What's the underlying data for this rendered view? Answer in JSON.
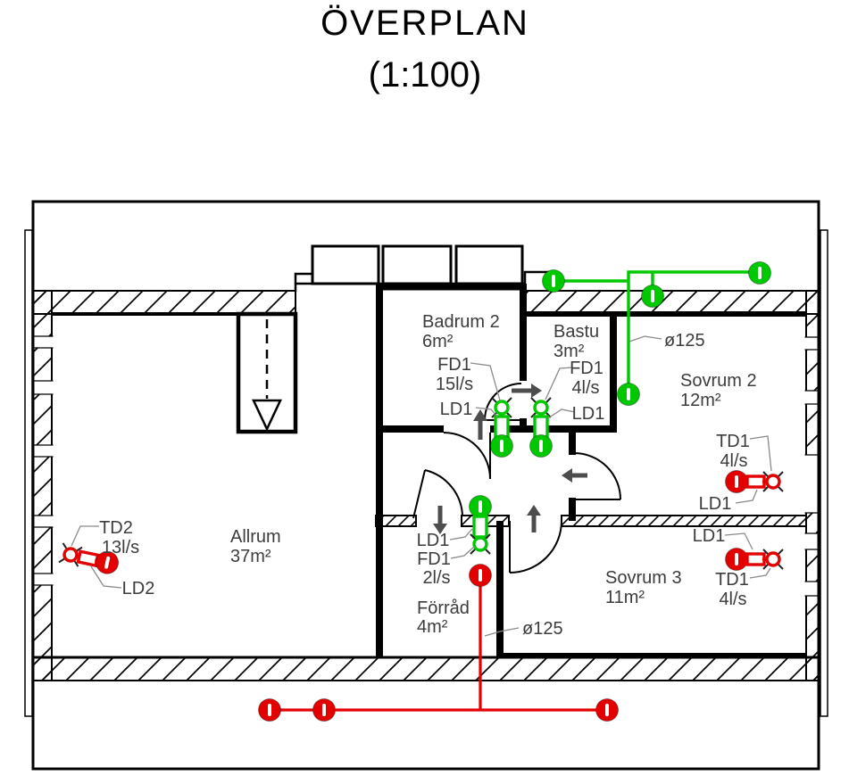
{
  "title": {
    "line1": "ÖVERPLAN",
    "line2": "(1:100)"
  },
  "rooms": {
    "badrum2": {
      "name": "Badrum 2",
      "area": "6m²"
    },
    "bastu": {
      "name": "Bastu",
      "area": "3m²"
    },
    "sovrum2": {
      "name": "Sovrum 2",
      "area": "12m²"
    },
    "sovrum3": {
      "name": "Sovrum 3",
      "area": "11m²"
    },
    "allrum": {
      "name": "Allrum",
      "area": "37m²"
    },
    "forrad": {
      "name": "Förråd",
      "area": "4m²"
    }
  },
  "devices": {
    "badrum2_fd": {
      "tag": "FD1",
      "flow": "15l/s",
      "damper": "LD1"
    },
    "bastu_fd": {
      "tag": "FD1",
      "flow": "4l/s",
      "damper": "LD1"
    },
    "forrad_fd": {
      "tag": "FD1",
      "flow": "2l/s",
      "damper": "LD1"
    },
    "sovrum2_td": {
      "tag": "TD1",
      "flow": "4l/s",
      "damper": "LD1"
    },
    "sovrum3_td": {
      "tag": "TD1",
      "flow": "4l/s",
      "damper": "LD1"
    },
    "allrum_td": {
      "tag": "TD2",
      "flow": "13l/s",
      "damper": "LD2"
    }
  },
  "duct_labels": {
    "green_duct_dim": "ø125",
    "red_duct_dim": "ø125"
  },
  "colors": {
    "exhaust_system_green": "#00c800",
    "supply_system_red": "#e30000",
    "label_gray": "#3c3c3c",
    "wall_black": "#000000",
    "leader_gray": "#8a8a8a",
    "arrow_gray": "#4d4d4d"
  }
}
